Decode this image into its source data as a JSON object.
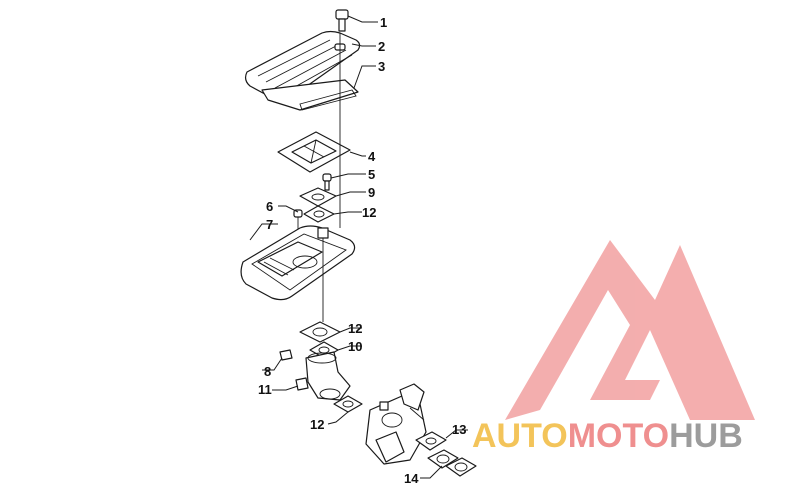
{
  "callouts": [
    "1",
    "2",
    "3",
    "4",
    "5",
    "9",
    "12",
    "6",
    "7",
    "12",
    "10",
    "8",
    "11",
    "12",
    "13",
    "14"
  ],
  "watermark": {
    "part1": "AUTO",
    "part2": "MOTO",
    "part3": "HUB",
    "color_gold": "#f3c45a",
    "color_red": "#ef8f8f",
    "color_gray": "#9c9c9c",
    "logo_color": "#f2a0a0"
  }
}
